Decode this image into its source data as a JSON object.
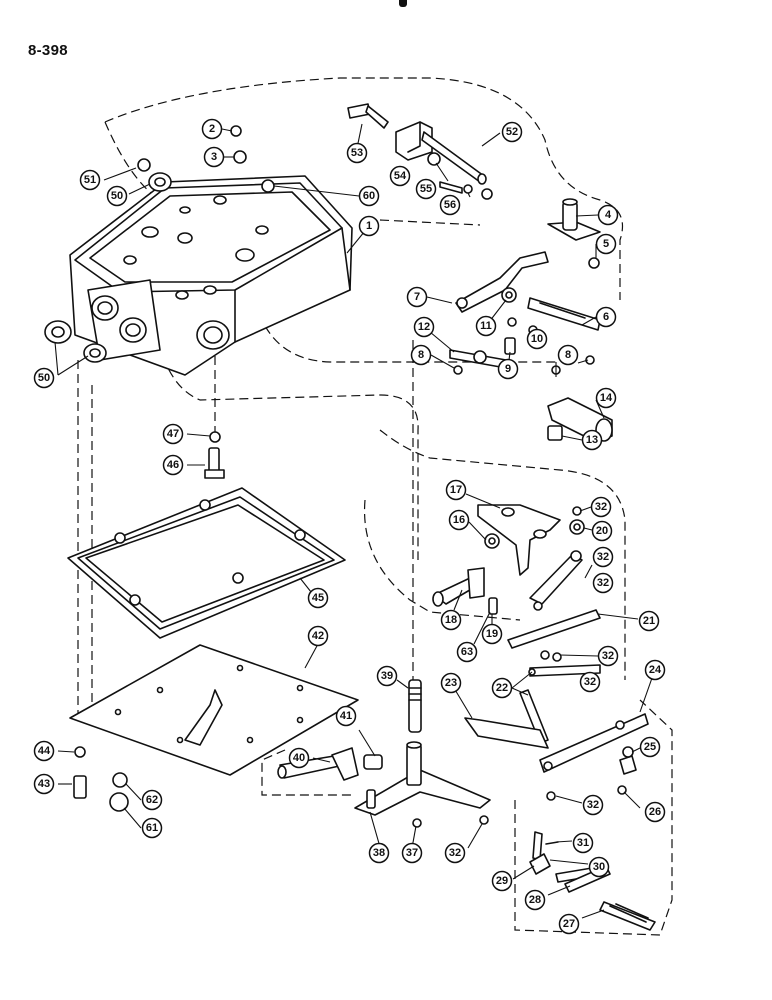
{
  "page": {
    "number": "8-398"
  },
  "callouts": [
    "1",
    "2",
    "3",
    "4",
    "5",
    "6",
    "7",
    "8",
    "8",
    "9",
    "10",
    "11",
    "12",
    "13",
    "14",
    "16",
    "17",
    "18",
    "19",
    "20",
    "21",
    "22",
    "23",
    "24",
    "25",
    "26",
    "27",
    "28",
    "29",
    "30",
    "31",
    "32",
    "32",
    "32",
    "32",
    "32",
    "32",
    "32",
    "37",
    "38",
    "39",
    "40",
    "41",
    "42",
    "43",
    "44",
    "45",
    "46",
    "47",
    "50",
    "50",
    "51",
    "52",
    "53",
    "54",
    "55",
    "56",
    "60",
    "61",
    "62",
    "63"
  ]
}
